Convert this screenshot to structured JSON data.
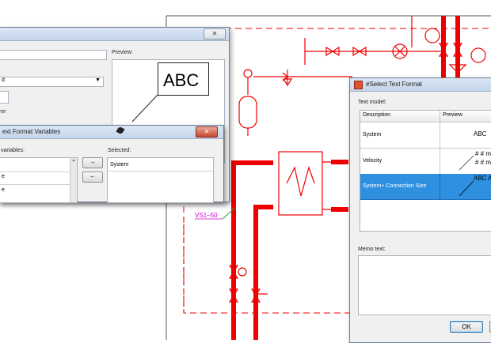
{
  "drawing": {
    "pipe_label": "VS1–50",
    "abc_box_text": "ABC"
  },
  "dialog_left": {
    "preview_label": "Preview:",
    "combo_value": "d",
    "fragment_label": "rer"
  },
  "dialog_vars": {
    "title": "ext Format Variables",
    "available_label": "variables:",
    "available_items": [
      "e",
      "e"
    ],
    "selected_label": "Selected:",
    "selected_items": [
      "System"
    ],
    "add_arrow": "→",
    "remove_arrow": "←",
    "close_symbol": "✕"
  },
  "dialog_select": {
    "title": "#Select Text Format",
    "text_model_label": "Text model:",
    "columns": [
      "Description",
      "Preview"
    ],
    "rows": [
      {
        "description": "System",
        "preview_line1": "ABC",
        "preview_line2": ""
      },
      {
        "description": "Velocity",
        "preview_line1": "# # m",
        "preview_line2": "# # m"
      },
      {
        "description": "System+ Connection Size",
        "preview_line1": "ABC A",
        "preview_line2": ""
      }
    ],
    "memo_label": "Memo text:",
    "ok_label": "OK"
  },
  "colors": {
    "pipe_red": "#ef0000",
    "selection_blue": "#2f8fe0"
  }
}
